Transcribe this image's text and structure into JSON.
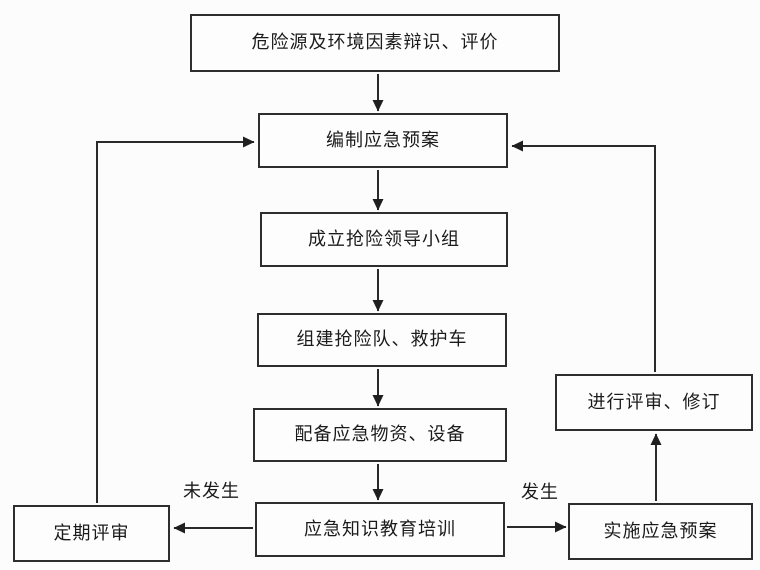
{
  "flowchart": {
    "nodes": {
      "identify": "危险源及环境因素辩识、评价",
      "compile": "编制应急预案",
      "leadership": "成立抢险领导小组",
      "team": "组建抢险队、救护车",
      "supplies": "配备应急物资、设备",
      "training": "应急知识教育培训",
      "periodic_review": "定期评审",
      "implement": "实施应急预案",
      "review_revise": "进行评审、修订"
    },
    "edge_labels": {
      "not_occurred": "未发生",
      "occurred": "发生"
    },
    "edges": [
      {
        "from": "identify",
        "to": "compile",
        "label": ""
      },
      {
        "from": "compile",
        "to": "leadership",
        "label": ""
      },
      {
        "from": "leadership",
        "to": "team",
        "label": ""
      },
      {
        "from": "team",
        "to": "supplies",
        "label": ""
      },
      {
        "from": "supplies",
        "to": "training",
        "label": ""
      },
      {
        "from": "training",
        "to": "periodic_review",
        "label": "未发生"
      },
      {
        "from": "training",
        "to": "implement",
        "label": "发生"
      },
      {
        "from": "implement",
        "to": "review_revise",
        "label": ""
      },
      {
        "from": "review_revise",
        "to": "compile",
        "label": ""
      },
      {
        "from": "periodic_review",
        "to": "compile",
        "label": ""
      }
    ],
    "colors": {
      "line": "#2a2a2a",
      "box_border": "#2e2e2e",
      "background": "#fcfcfc",
      "text": "#1b1b1b"
    }
  }
}
